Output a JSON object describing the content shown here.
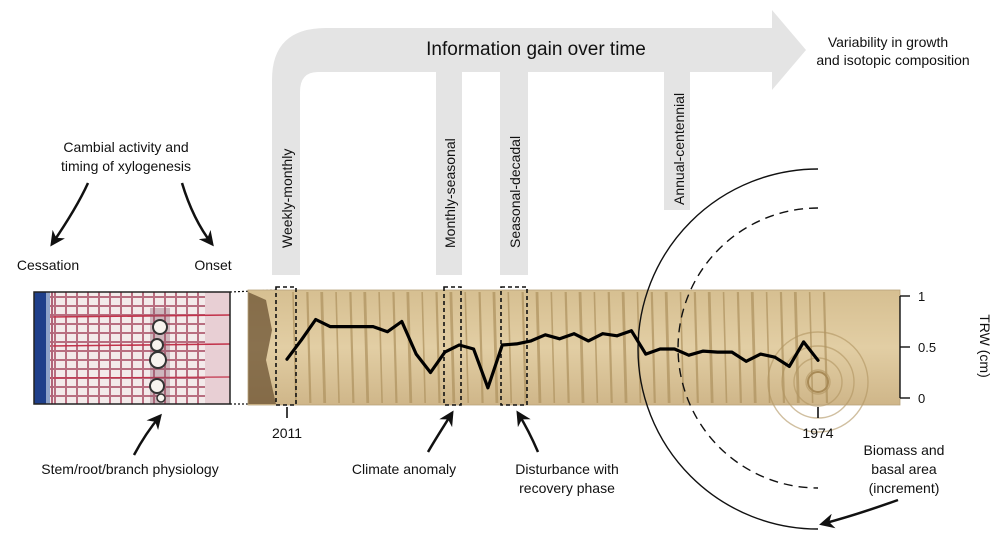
{
  "banner": {
    "title": "Information gain over time",
    "variability_line1": "Variability in growth",
    "variability_line2": "and isotopic composition"
  },
  "scales": [
    "Weekly-monthly",
    "Monthly-seasonal",
    "Seasonal-decadal",
    "Annual-centennial"
  ],
  "cambial": {
    "line1": "Cambial activity and",
    "line2": "timing of xylogenesis",
    "cessation": "Cessation",
    "onset": "Onset"
  },
  "bottom_labels": {
    "physiology": "Stem/root/branch physiology",
    "climate": "Climate anomaly",
    "disturbance_line1": "Disturbance with",
    "disturbance_line2": "recovery phase",
    "biomass_line1": "Biomass and",
    "biomass_line2": "basal area",
    "biomass_line3": "(increment)"
  },
  "years": {
    "recent": "2011",
    "old": "1974"
  },
  "chart_data": {
    "type": "line",
    "ylabel": "TRW (cm)",
    "ylim": [
      0,
      1
    ],
    "yticks": [
      "1",
      "0.5",
      "0"
    ],
    "x": [
      2011,
      2010,
      2009,
      2008,
      2007,
      2006,
      2005,
      2004,
      2003,
      2002,
      2001,
      2000,
      1999,
      1998,
      1997,
      1996,
      1995,
      1994,
      1993,
      1992,
      1991,
      1990,
      1989,
      1988,
      1987,
      1986,
      1985,
      1984,
      1983,
      1982,
      1981,
      1980,
      1979,
      1978,
      1977,
      1976,
      1975,
      1974
    ],
    "series": [
      {
        "values": [
          0.38,
          0.57,
          0.77,
          0.7,
          0.7,
          0.7,
          0.7,
          0.65,
          0.75,
          0.43,
          0.25,
          0.45,
          0.52,
          0.48,
          0.1,
          0.52,
          0.53,
          0.56,
          0.62,
          0.58,
          0.63,
          0.56,
          0.63,
          0.61,
          0.66,
          0.43,
          0.48,
          0.48,
          0.42,
          0.46,
          0.45,
          0.45,
          0.36,
          0.43,
          0.4,
          0.31,
          0.55,
          0.37
        ]
      }
    ]
  },
  "colors": {
    "banner": "#e4e4e4",
    "wood_light": "#dcc79c",
    "wood_dark": "#b09461",
    "micro_bg": "#f0e6e6",
    "micro_cell": "#b56a7c",
    "micro_edge": "#1f3f8a"
  }
}
